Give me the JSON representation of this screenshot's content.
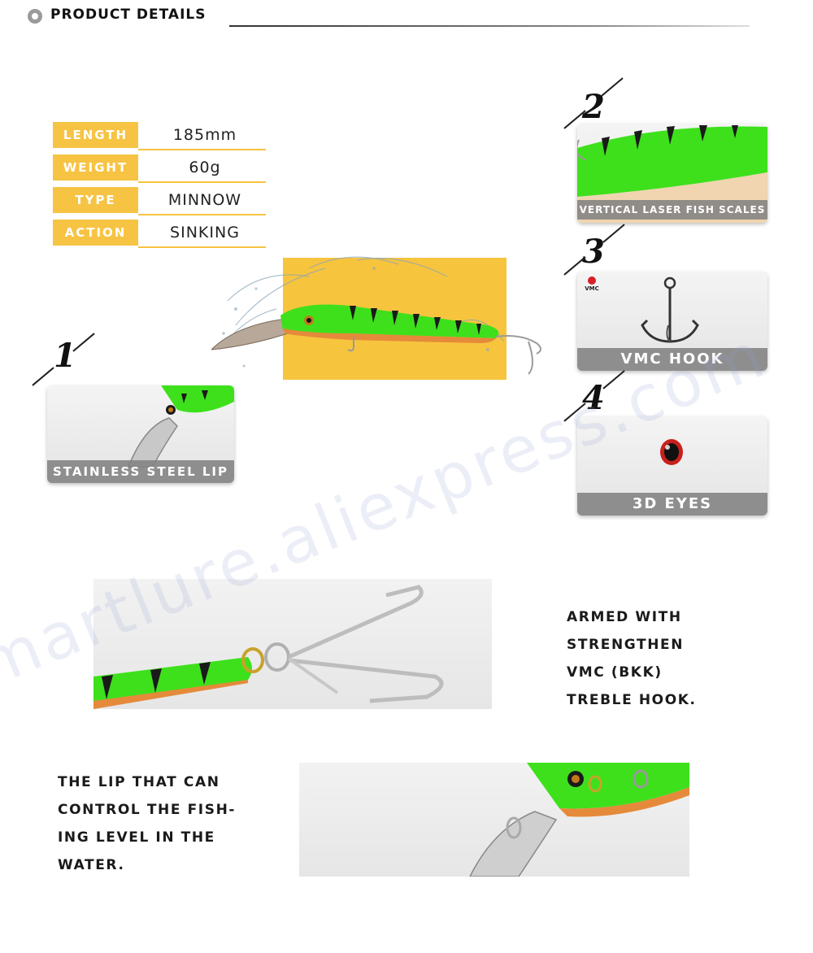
{
  "header": {
    "title": "PRODUCT DETAILS"
  },
  "specs": [
    {
      "label": "LENGTH",
      "value": "185mm"
    },
    {
      "label": "WEIGHT",
      "value": "60g"
    },
    {
      "label": "TYPE",
      "value": "MINNOW"
    },
    {
      "label": "ACTION",
      "value": "SINKING"
    }
  ],
  "features": [
    {
      "number": "1",
      "caption": "STAINLESS STEEL LIP"
    },
    {
      "number": "2",
      "caption": "VERTICAL LASER FISH SCALES"
    },
    {
      "number": "3",
      "caption": "VMC HOOK",
      "logo": "VMC"
    },
    {
      "number": "4",
      "caption": "3D EYES"
    }
  ],
  "hook_description": {
    "lines": [
      "ARMED WITH",
      "STRENGTHEN",
      "VMC (BKK)",
      "TREBLE HOOK."
    ]
  },
  "lip_description": {
    "lines": [
      "THE LIP THAT CAN",
      "CONTROL THE FISH-",
      "ING LEVEL IN THE",
      "WATER."
    ]
  },
  "watermark": "martlure.aliexpress.com",
  "colors": {
    "accent": "#f6c343",
    "lure_green": "#3ee01c",
    "stripe": "#1a1a1a",
    "caption_bg": "#828282"
  }
}
